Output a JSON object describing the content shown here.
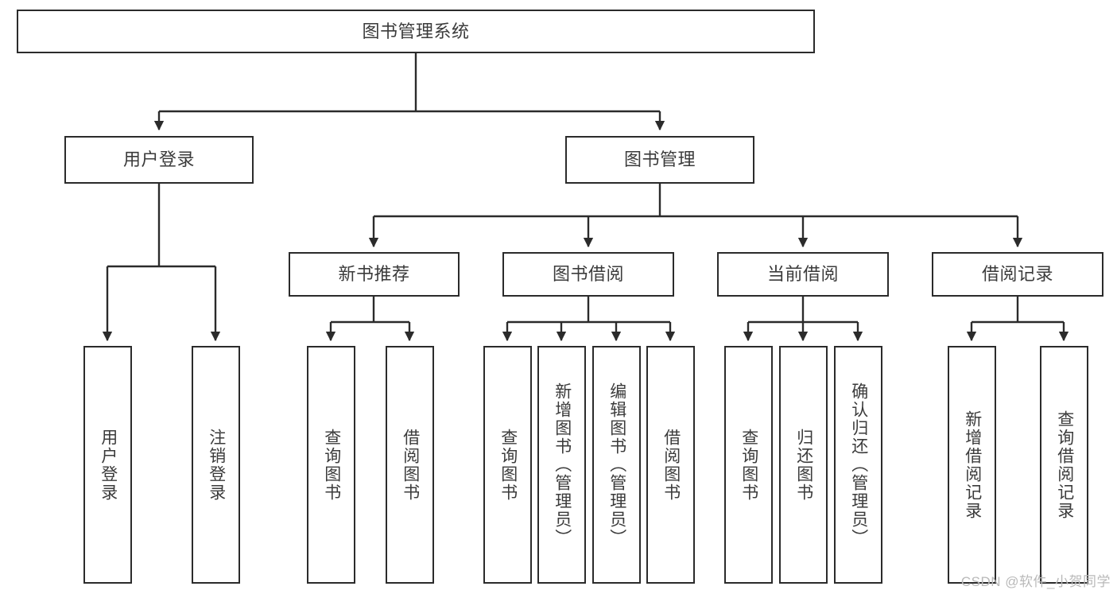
{
  "diagram": {
    "title": "图书管理系统",
    "type": "hierarchy-tree",
    "orientation": "top-down",
    "colors": {
      "box_border": "#2b2b2b",
      "box_fill": "#ffffff",
      "text": "#3b3b3b",
      "edge": "#2b2b2b",
      "watermark": "#b9b9b9",
      "background": "#ffffff"
    },
    "levels": 4
  },
  "nodes": {
    "root": {
      "label": "图书管理系统"
    },
    "tier2": [
      {
        "id": "user-login",
        "label": "用户登录"
      },
      {
        "id": "book-manage",
        "label": "图书管理"
      }
    ],
    "tier3": [
      {
        "id": "new-book-recommend",
        "label": "新书推荐"
      },
      {
        "id": "book-borrow",
        "label": "图书借阅"
      },
      {
        "id": "current-borrow",
        "label": "当前借阅"
      },
      {
        "id": "borrow-record",
        "label": "借阅记录"
      }
    ],
    "leaves": {
      "user-login": [
        {
          "id": "leaf-user-login",
          "label": "用户登录"
        },
        {
          "id": "leaf-logout-login",
          "label": "注销登录"
        }
      ],
      "new-book-recommend": [
        {
          "id": "leaf-query-book-1",
          "label": "查询图书"
        },
        {
          "id": "leaf-borrow-book-1",
          "label": "借阅图书"
        }
      ],
      "book-borrow": [
        {
          "id": "leaf-query-book-2",
          "label": "查询图书"
        },
        {
          "id": "leaf-add-book",
          "label": "新增图书（管理员）"
        },
        {
          "id": "leaf-edit-book",
          "label": "编辑图书（管理员）"
        },
        {
          "id": "leaf-borrow-book-2",
          "label": "借阅图书"
        }
      ],
      "current-borrow": [
        {
          "id": "leaf-query-book-3",
          "label": "查询图书"
        },
        {
          "id": "leaf-return-book",
          "label": "归还图书"
        },
        {
          "id": "leaf-confirm-return",
          "label": "确认归还（管理员）"
        }
      ],
      "borrow-record": [
        {
          "id": "leaf-add-record",
          "label": "新增借阅记录"
        },
        {
          "id": "leaf-query-record",
          "label": "查询借阅记录"
        }
      ]
    }
  },
  "watermark": {
    "text": "CSDN @软件_小贺同学"
  }
}
